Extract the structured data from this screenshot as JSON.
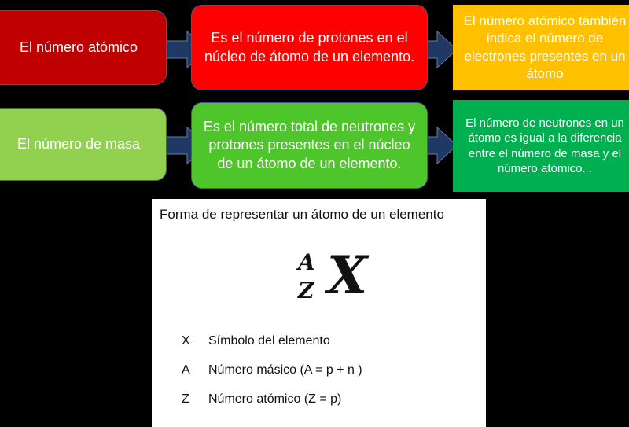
{
  "row1": {
    "term": "El número atómico",
    "definition": "Es el número de protones en el núcleo de átomo de un elemento.",
    "note": "El número atómico también indica el número de electrones presentes en un átomo"
  },
  "row2": {
    "term": "El número de masa",
    "definition": "Es el número total de neutrones y protones presentes en el núcleo de un átomo de un elemento.",
    "note": "El número de neutrones en un átomo es igual a la diferencia entre el número de masa y el número atómico. ."
  },
  "panel": {
    "title": "Forma de representar un átomo de un elemento",
    "formula": {
      "mass": "A",
      "atomic": "Z",
      "symbol": "X"
    },
    "legend": [
      {
        "key": "X",
        "text": "Símbolo del elemento"
      },
      {
        "key": "A",
        "text": "Número másico (A = p + n )"
      },
      {
        "key": "Z",
        "text": "Número atómico (Z = p)"
      }
    ]
  },
  "colors": {
    "dark_red": "#c00000",
    "red": "#ff0000",
    "amber": "#ffc000",
    "light_green": "#92d050",
    "green": "#4ec52b",
    "dark_green": "#00b050",
    "arrow": "#1f3864"
  }
}
